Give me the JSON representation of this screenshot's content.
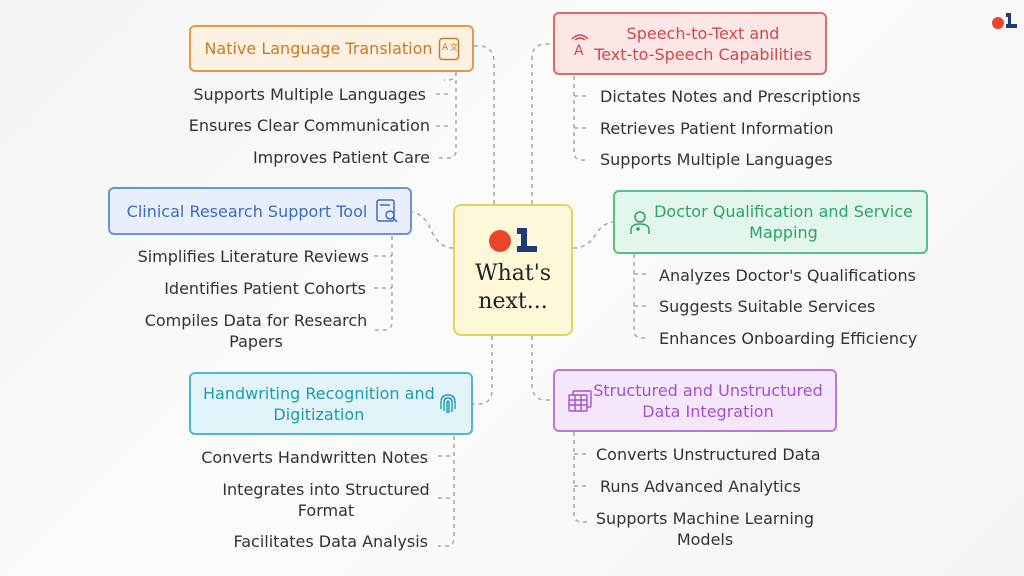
{
  "center": {
    "title": "What's\nnext..."
  },
  "branches": {
    "native_language": {
      "title": "Native Language Translation",
      "icon": "translate-icon",
      "items": [
        "Supports Multiple Languages",
        "Ensures Clear Communication",
        "Improves Patient Care"
      ]
    },
    "speech_to_text": {
      "title": "Speech-to-Text and Text-to-Speech Capabilities",
      "title_lines": [
        "Speech-to-Text and",
        "Text-to-Speech Capabilities"
      ],
      "icon": "speech-text-icon",
      "items": [
        "Dictates Notes and Prescriptions",
        "Retrieves Patient Information",
        "Supports Multiple Languages"
      ]
    },
    "clinical_research": {
      "title": "Clinical Research Support Tool",
      "icon": "document-search-icon",
      "items": [
        "Simplifies Literature Reviews",
        "Identifies Patient Cohorts",
        "Compiles Data for Research Papers"
      ],
      "item3_lines": [
        "Compiles Data for Research",
        "Papers"
      ]
    },
    "doctor_qualification": {
      "title": "Doctor Qualification and Service Mapping",
      "title_lines": [
        "Doctor Qualification and Service",
        "Mapping"
      ],
      "icon": "doctor-icon",
      "items": [
        "Analyzes Doctor's Qualifications",
        "Suggests Suitable Services",
        "Enhances Onboarding Efficiency"
      ]
    },
    "handwriting": {
      "title": "Handwriting Recognition and Digitization",
      "title_lines": [
        "Handwriting Recognition and",
        "Digitization"
      ],
      "icon": "fingerprint-icon",
      "items": [
        "Converts Handwritten Notes",
        "Integrates into Structured Format",
        "Facilitates Data Analysis"
      ],
      "item2_lines": [
        "Integrates into Structured",
        "Format"
      ]
    },
    "structured_data": {
      "title": "Structured and Unstructured Data Integration",
      "title_lines": [
        "Structured and Unstructured",
        "Data Integration"
      ],
      "icon": "data-table-icon",
      "items": [
        "Converts Unstructured Data",
        "Runs Advanced Analytics",
        "Supports Machine Learning Models"
      ],
      "item3_lines": [
        "Supports Machine Learning",
        "Models"
      ]
    }
  },
  "colors": {
    "orange": "#e39a47",
    "red": "#e06a6a",
    "blue": "#6b93d6",
    "green": "#57c08a",
    "cyan": "#4fb7c9",
    "purple": "#b978d8",
    "center": "#e6d35a",
    "logo_red": "#e8452c",
    "logo_dark": "#1d3a7a"
  }
}
